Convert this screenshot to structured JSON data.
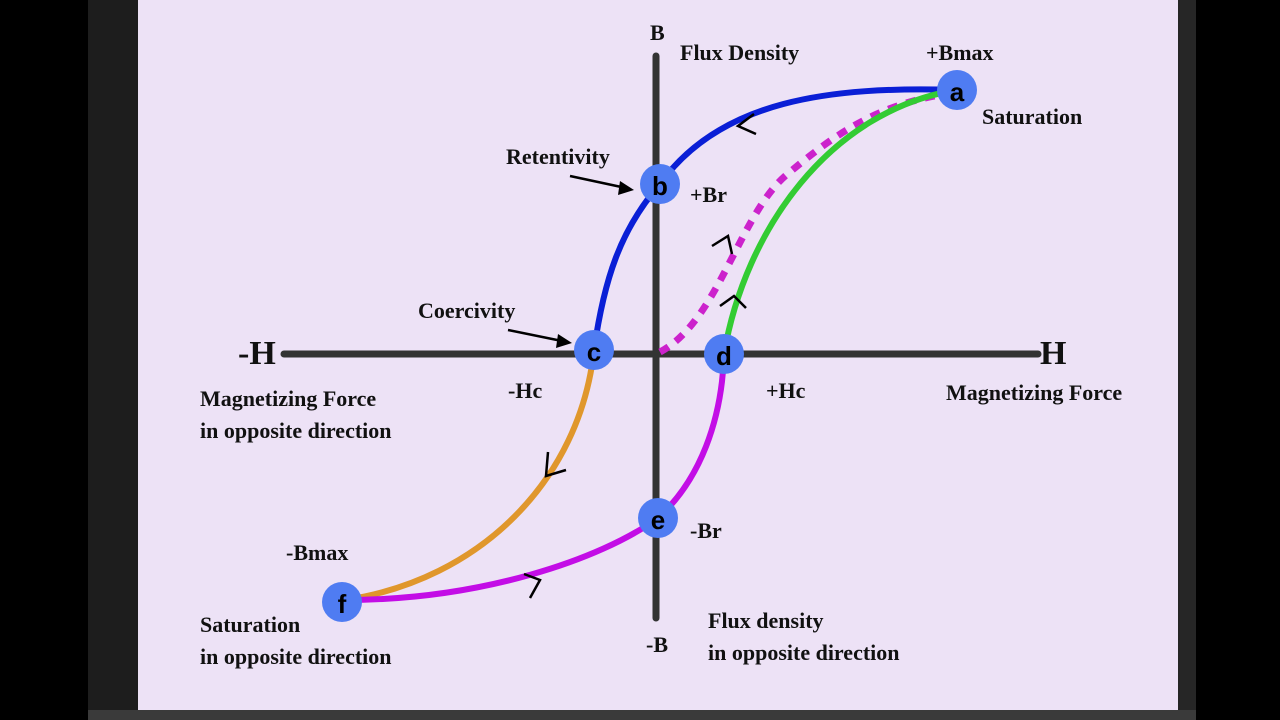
{
  "axes": {
    "y_top": "B",
    "y_top_caption": "Flux Density",
    "y_bottom": "-B",
    "y_bottom_caption_line1": "Flux density",
    "y_bottom_caption_line2": "in opposite direction",
    "x_left": "-H",
    "x_left_caption_line1": "Magnetizing Force",
    "x_left_caption_line2": "in opposite direction",
    "x_right": "H",
    "x_right_caption": "Magnetizing Force"
  },
  "points": {
    "a": {
      "letter": "a",
      "value": "+Bmax",
      "desc": "Saturation"
    },
    "b": {
      "letter": "b",
      "value": "+Br",
      "desc": "Retentivity"
    },
    "c": {
      "letter": "c",
      "value": "-Hc",
      "desc": "Coercivity"
    },
    "d": {
      "letter": "d",
      "value": "+Hc"
    },
    "e": {
      "letter": "e",
      "value": "-Br"
    },
    "f": {
      "letter": "f",
      "value": "-Bmax",
      "desc_line1": "Saturation",
      "desc_line2": "in opposite direction"
    }
  },
  "colors": {
    "background": "#ede2f6",
    "axis": "#333333",
    "node_fill": "#4f7cf2",
    "curve_ab_bc": "#0a1fd6",
    "curve_cf": "#e0972c",
    "curve_fe_ed": "#c30de6",
    "curve_da": "#33cc33",
    "initial_curve": "#cc22cc"
  }
}
